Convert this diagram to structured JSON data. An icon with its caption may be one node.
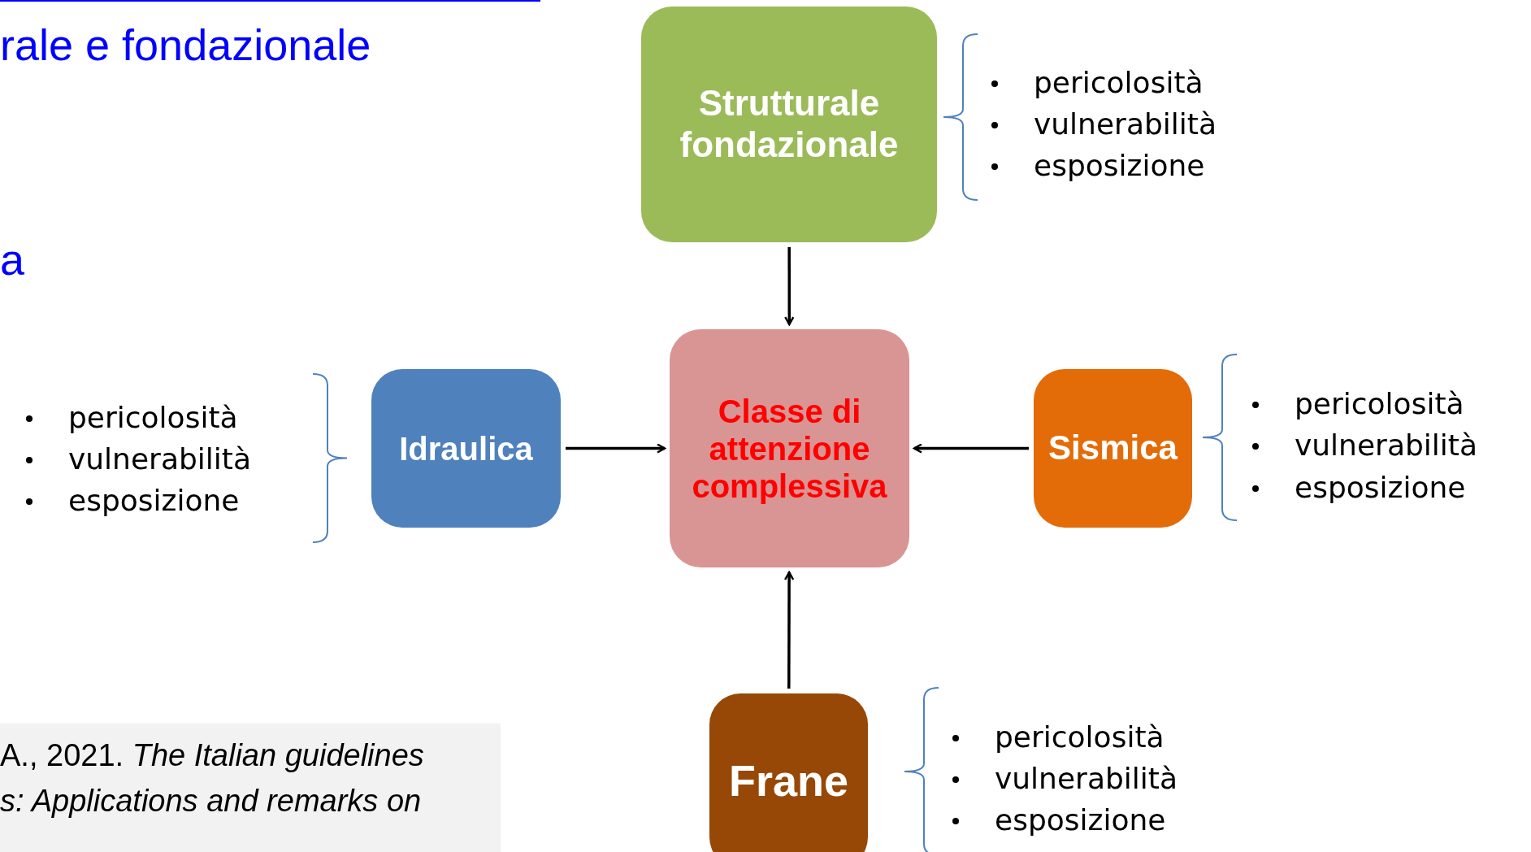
{
  "diagram": {
    "nodes": [
      {
        "text": [
          "Strutturale fondazionale"
        ],
        "beside": [
          "pericolosità",
          "vulnerabilità",
          "esposizione"
        ]
      },
      {
        "text": [
          "Idraulica"
        ],
        "beside": [
          "pericolosità",
          "vulnerabilità",
          "esposizione"
        ]
      },
      {
        "text": [
          "Classe di attenzione complessiva"
        ]
      },
      {
        "text": [
          "Sismica"
        ],
        "beside": [
          "pericolosità",
          "vulnerabilità",
          "esposizione"
        ]
      },
      {
        "text": [
          "Frane"
        ],
        "beside": [
          "pericolosità",
          "vulnerabilità",
          "esposizione"
        ]
      }
    ],
    "edges": [
      {
        "from": 0,
        "to": 2,
        "arrow": "to"
      },
      {
        "from": 1,
        "to": 2,
        "arrow": "to"
      },
      {
        "from": 3,
        "to": 2,
        "arrow": "to"
      },
      {
        "from": 4,
        "to": 2,
        "arrow": "to"
      }
    ],
    "labels": [
      "rale e fondazionale",
      "a",
      "A., 2021. *The Italian guidelines*",
      "s: Applications and remarks on"
    ]
  }
}
